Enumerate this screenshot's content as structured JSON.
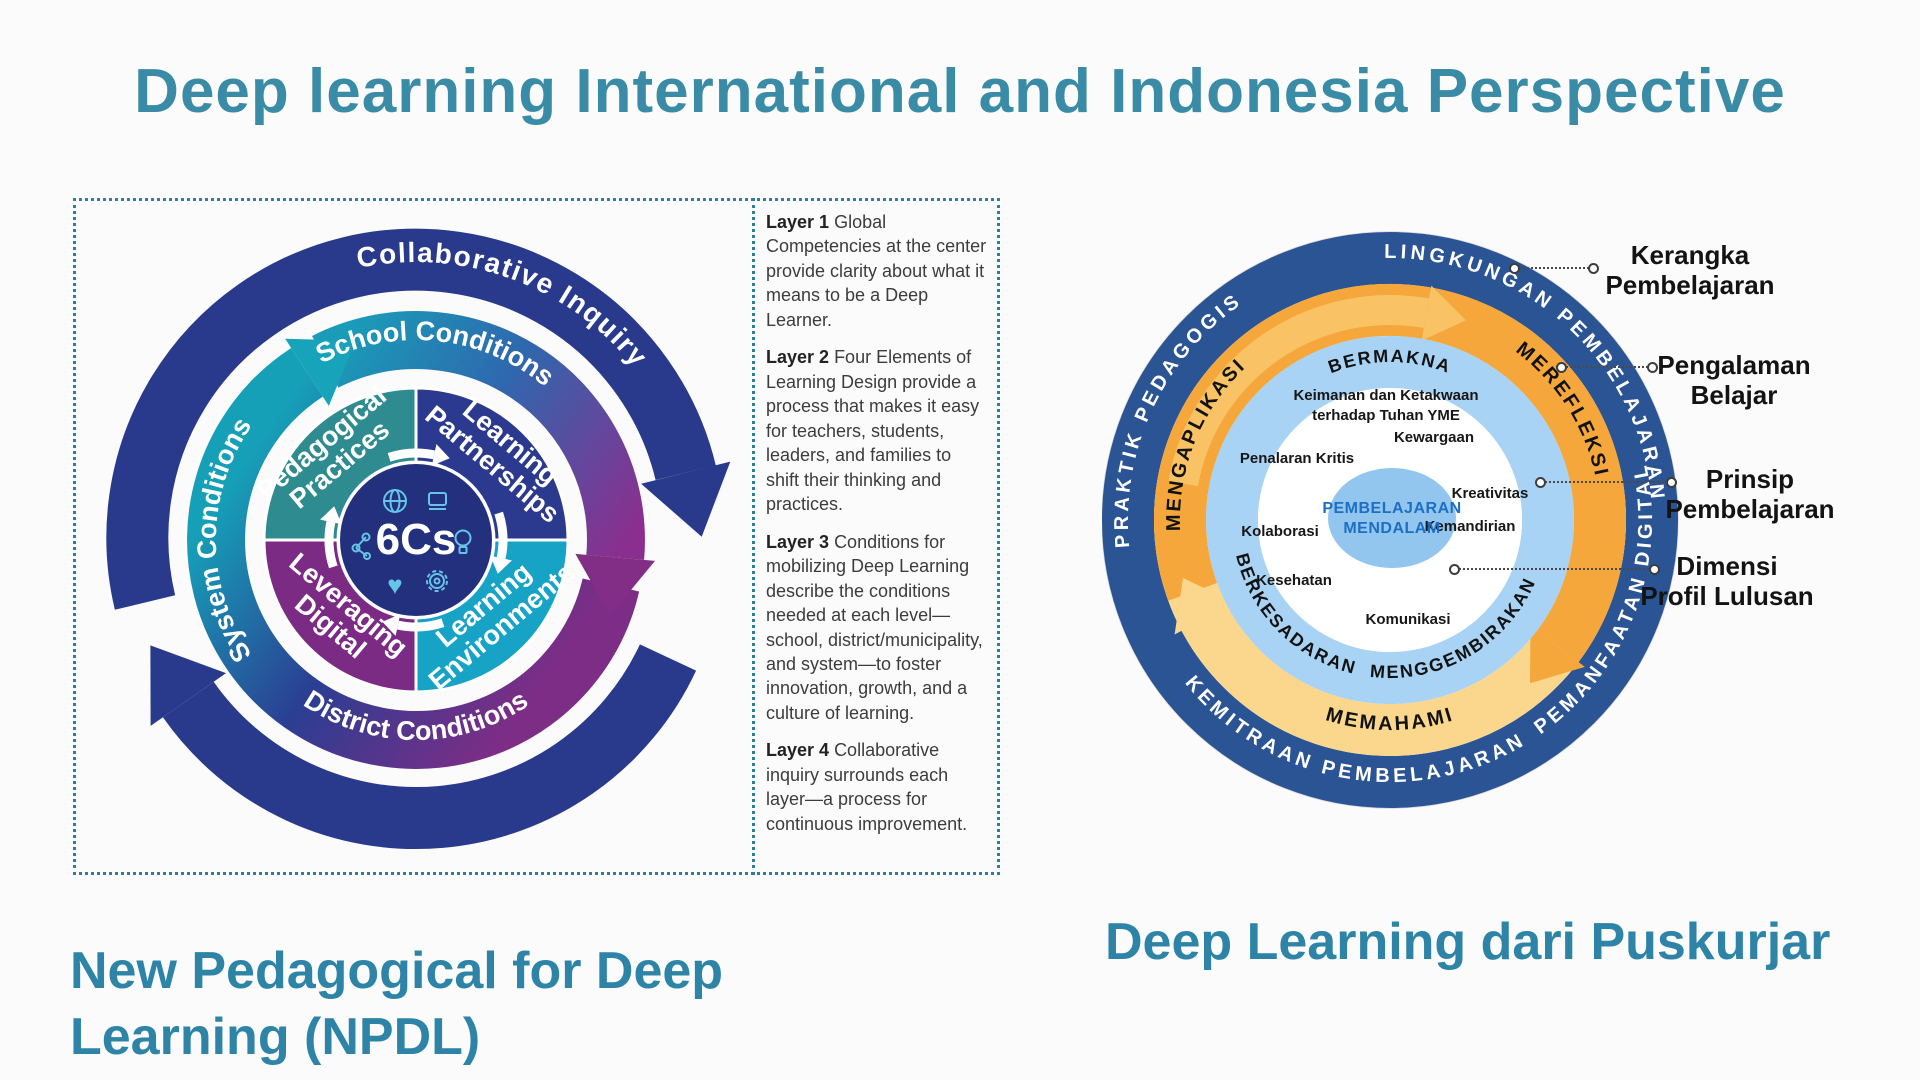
{
  "slide": {
    "title": "Deep learning International and Indonesia  Perspective",
    "caption_left_line1": "New Pedagogical for Deep",
    "caption_left_line2": "Learning (NPDL)",
    "caption_right": "Deep Learning dari Puskurjar"
  },
  "npdl": {
    "ring_layer4": "Collaborative Inquiry",
    "ring_school": "School Conditions",
    "ring_system": "System Conditions",
    "ring_district": "District Conditions",
    "quad_pedagogical": {
      "line1": "Pedagogical",
      "line2": "Practices"
    },
    "quad_partnerships": {
      "line1": "Learning",
      "line2": "Partnerships"
    },
    "quad_environments": {
      "line1": "Learning",
      "line2": "Environments"
    },
    "quad_digital": {
      "line1": "Leveraging",
      "line2": "Digital"
    },
    "center": "6Cs",
    "layers": [
      {
        "label": "Layer 1",
        "text": "Global Competencies at the center provide clarity about what it means to be a Deep Learner."
      },
      {
        "label": "Layer 2",
        "text": "Four Elements of Learning Design provide a process that makes it easy for teachers, students, leaders, and families to shift their thinking and practices."
      },
      {
        "label": "Layer 3",
        "text": "Conditions for mobilizing Deep Learning describe the conditions needed at each level—school, district/municipality, and system—to foster innovation, growth, and a culture of learning."
      },
      {
        "label": "Layer 4",
        "text": "Collaborative inquiry surrounds each layer—a process for continuous improvement."
      }
    ]
  },
  "puskurjar": {
    "outer_ring": {
      "praktik": "PRAKTIK PEDAGOGIS",
      "lingkungan": "LINGKUNGAN PEMBELAJARAN",
      "kemitraan": "KEMITRAAN PEMBELAJARAN",
      "pemanfaatan": "PEMANFAATAN DIGITAL"
    },
    "middle_ring": {
      "mengaplikasi": "MENGAPLIKASI",
      "merefleksi": "MEREFLEKSI",
      "memahami": "MEMAHAMI"
    },
    "inner_ring": {
      "bermakna": "BERMAKNA",
      "berkesadaran": "BERKESADARAN",
      "menggembirakan": "MENGGEMBIRAKAN"
    },
    "dimensions": {
      "keimanan_line1": "Keimanan dan Ketakwaan",
      "keimanan_line2": "terhadap Tuhan YME",
      "kewargaan": "Kewargaan",
      "penalaran_kritis": "Penalaran Kritis",
      "kreativitas": "Kreativitas",
      "kolaborasi": "Kolaborasi",
      "kemandirian": "Kemandirian",
      "kesehatan": "Kesehatan",
      "komunikasi": "Komunikasi"
    },
    "center": {
      "line1": "PEMBELAJARAN",
      "line2": "MENDALAM"
    },
    "callouts": [
      {
        "line1": "Kerangka",
        "line2": "Pembelajaran"
      },
      {
        "line1": "Pengalaman",
        "line2": "Belajar"
      },
      {
        "line1": "Prinsip",
        "line2": "Pembelajaran"
      },
      {
        "line1": "Dimensi",
        "line2": "Profil Lulusan"
      }
    ]
  },
  "colors": {
    "title_teal": "#3a8ca6",
    "caption_teal": "#2d84a6",
    "dotted_border": "#2e7f9e",
    "npdl_navy": "#293a8c",
    "npdl_teal": "#17a3ba",
    "npdl_purple": "#7c2b85",
    "npdl_cyan": "#16a3c6",
    "pusk_navy": "#2a5494",
    "pusk_orange": "#f5a73b",
    "pusk_cream": "#fbd78e",
    "pusk_lightblue": "#a9d3f4",
    "pusk_center_blue": "#92c6ef",
    "pusk_center_text": "#1d6ec5"
  }
}
